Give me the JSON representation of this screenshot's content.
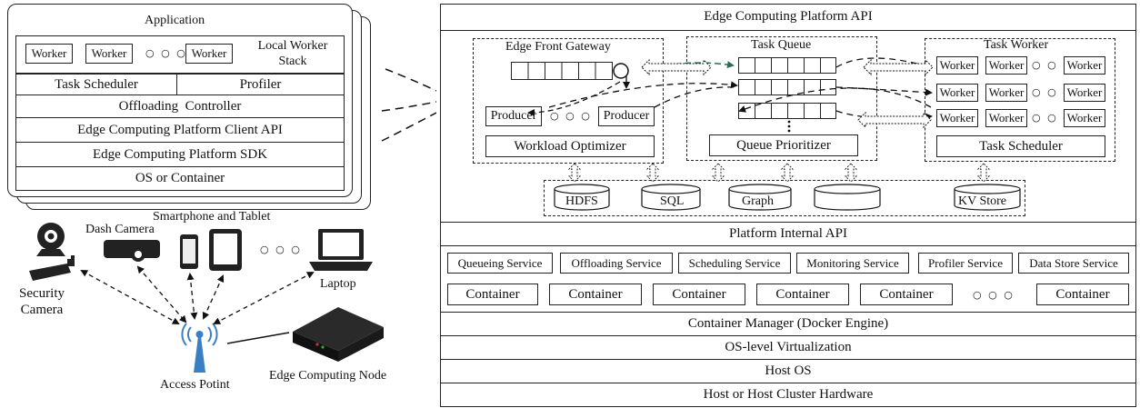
{
  "device_stack": {
    "application": "Application",
    "worker_label": "Worker",
    "ellipsis": "○ ○ ○",
    "local_worker_stack": "Local Worker Stack",
    "task_scheduler": "Task Scheduler",
    "profiler": "Profiler",
    "offloading_controller": "Offloading  Controller",
    "client_api": "Edge Computing Platform Client API",
    "sdk": "Edge Computing Platform SDK",
    "os": "OS or Container"
  },
  "devices": {
    "smartphone_tablet": "Smartphone and Tablet",
    "dash_camera": "Dash Camera",
    "security_camera": "Security Camera",
    "laptop": "Laptop",
    "access_point": "Access Potint",
    "edge_node": "Edge Computing Node",
    "ellipsis": "○ ○ ○"
  },
  "platform": {
    "api_title": "Edge Computing Platform API",
    "gateway": {
      "title": "Edge Front Gateway",
      "producer": "Producer",
      "ellipsis": "○ ○ ○",
      "optimizer": "Workload Optimizer"
    },
    "queue": {
      "title": "Task Queue",
      "prioritizer": "Queue Prioritizer"
    },
    "task_worker": {
      "title": "Task Worker",
      "worker": "Worker",
      "ellipsis": "○ ○ ○",
      "scheduler": "Task Scheduler"
    },
    "stores": [
      "HDFS",
      "SQL",
      "Graph",
      "",
      "KV Store"
    ],
    "internal_api": "Platform Internal API",
    "services": [
      "Queueing Service",
      "Offloading Service",
      "Scheduling Service",
      "Monitoring Service",
      "Profiler Service",
      "Data Store Service"
    ],
    "container": "Container",
    "container_ellipsis": "○ ○ ○",
    "container_manager": "Container Manager (Docker Engine)",
    "os_virtualization": "OS-level Virtualization",
    "host_os": "Host OS",
    "hardware": "Host or Host Cluster Hardware"
  }
}
